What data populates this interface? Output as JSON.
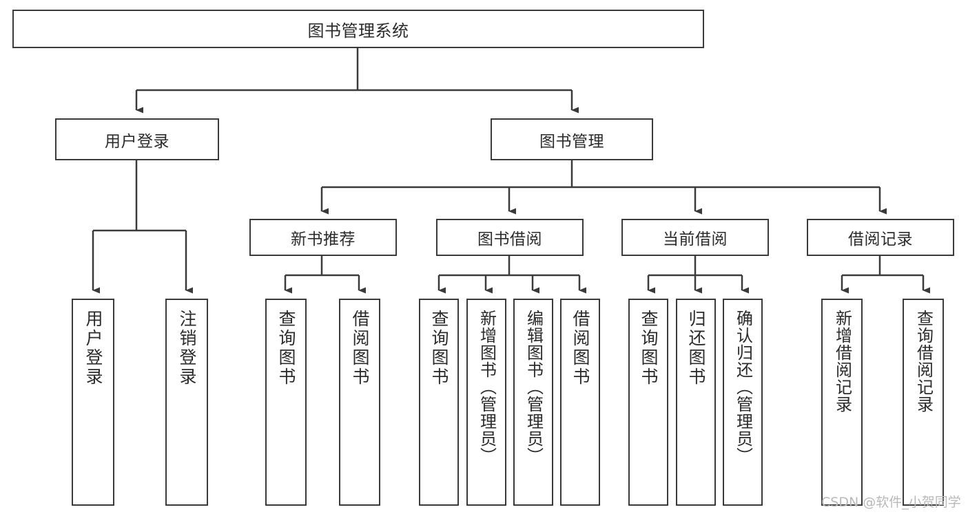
{
  "diagram": {
    "title": "图书管理系统",
    "watermark": "CSDN @软件_小贺同学",
    "colors": {
      "box_stroke": "#3a3a3a",
      "line": "#3a3a3a",
      "text": "#2b2b2b",
      "background": "#ffffff",
      "watermark": "#b9b9b9"
    },
    "nodes": {
      "root": {
        "label": "图书管理系统"
      },
      "level2": [
        {
          "label": "用户登录"
        },
        {
          "label": "图书管理"
        }
      ],
      "level3": [
        {
          "label": "新书推荐"
        },
        {
          "label": "图书借阅"
        },
        {
          "label": "当前借阅"
        },
        {
          "label": "借阅记录"
        }
      ],
      "leaves": [
        {
          "label": "用户登录"
        },
        {
          "label": "注销登录"
        },
        {
          "label": "查询图书"
        },
        {
          "label": "借阅图书"
        },
        {
          "label": "查询图书"
        },
        {
          "label": "新增图书（管理员）"
        },
        {
          "label": "编辑图书（管理员）"
        },
        {
          "label": "借阅图书"
        },
        {
          "label": "查询图书"
        },
        {
          "label": "归还图书"
        },
        {
          "label": "确认归还（管理员）"
        },
        {
          "label": "新增借阅记录"
        },
        {
          "label": "查询借阅记录"
        }
      ]
    }
  }
}
